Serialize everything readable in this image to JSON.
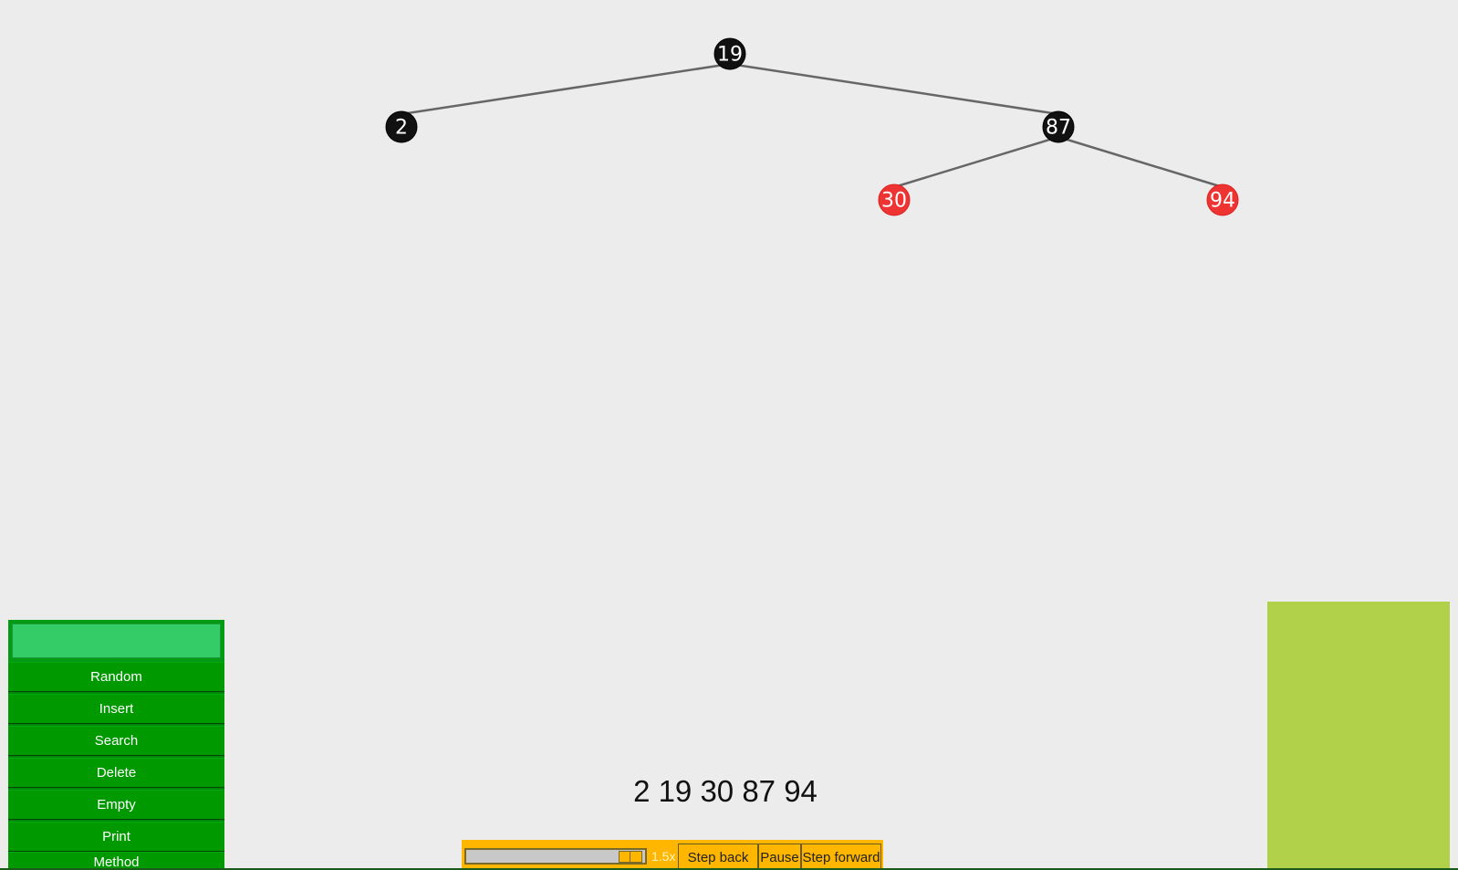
{
  "tree": {
    "nodes": [
      {
        "id": "n19",
        "value": "19",
        "color": "black"
      },
      {
        "id": "n2",
        "value": "2",
        "color": "black"
      },
      {
        "id": "n87",
        "value": "87",
        "color": "black"
      },
      {
        "id": "n30",
        "value": "30",
        "color": "red"
      },
      {
        "id": "n94",
        "value": "94",
        "color": "red"
      }
    ],
    "edges": [
      [
        "n19",
        "n2"
      ],
      [
        "n19",
        "n87"
      ],
      [
        "n87",
        "n30"
      ],
      [
        "n87",
        "n94"
      ]
    ]
  },
  "controls": {
    "input_value": "",
    "random_label": "Random",
    "insert_label": "Insert",
    "search_label": "Search",
    "delete_label": "Delete",
    "empty_label": "Empty",
    "print_label": "Print",
    "method_label": "Method"
  },
  "output": {
    "inorder_text": "2 19 30 87 94"
  },
  "animation": {
    "speed_label": "1.5x",
    "step_back_label": "Step back",
    "pause_label": "Pause",
    "step_forward_label": "Step forward"
  },
  "colors": {
    "black_node": "#111111",
    "red_node": "#ee3333",
    "panel_green": "#009900",
    "input_green": "#33cc66",
    "anim_bar": "#ffb600",
    "side_panel": "#b1d14a",
    "background": "#ececec"
  }
}
